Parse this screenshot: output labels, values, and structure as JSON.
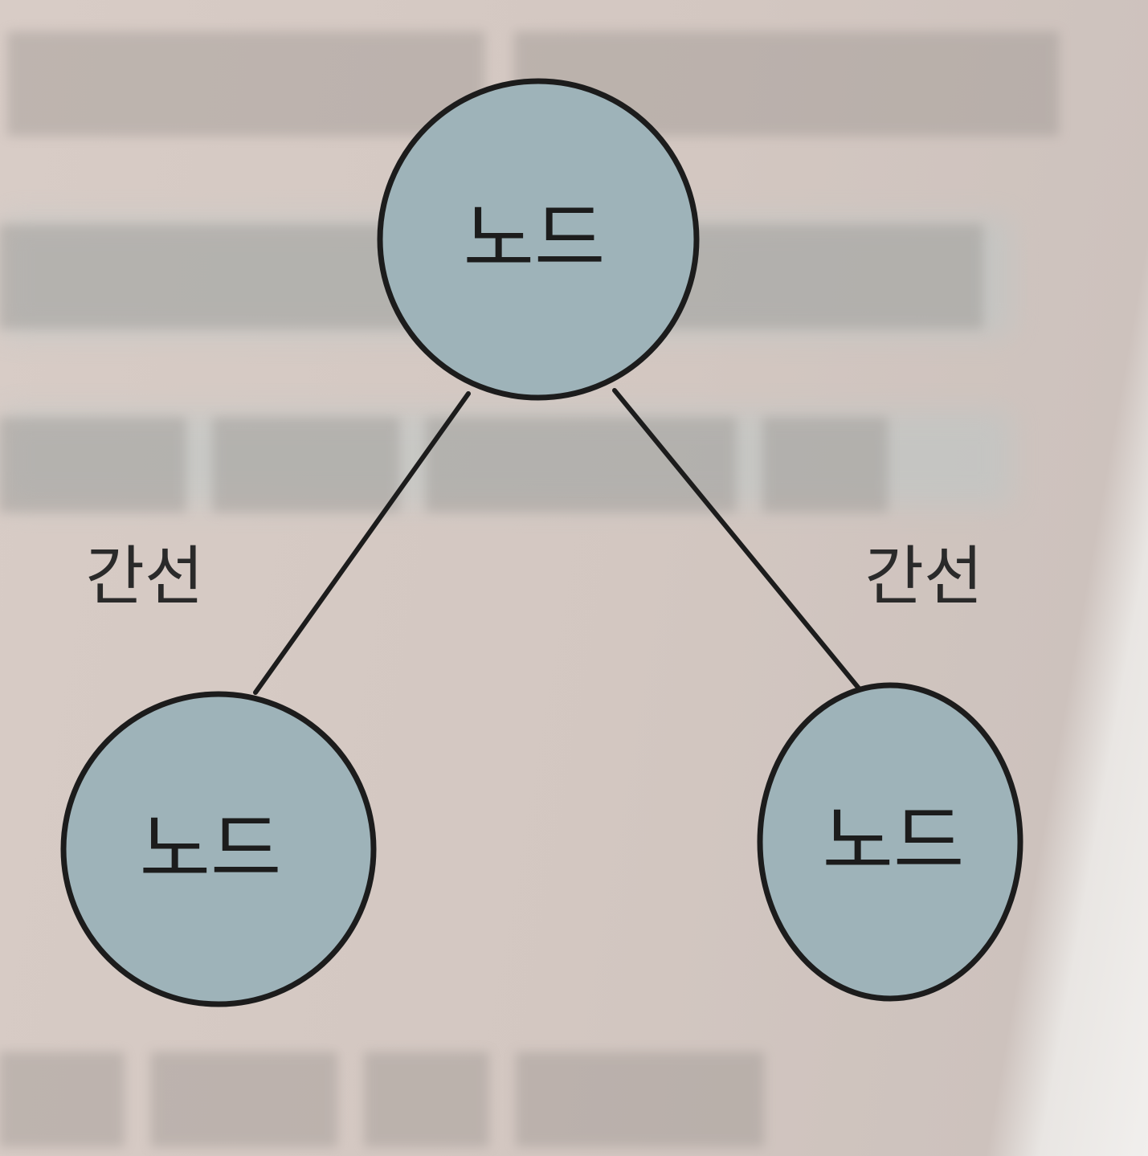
{
  "nodes": [
    {
      "label": "노드"
    },
    {
      "label": "노드"
    },
    {
      "label": "노드"
    }
  ],
  "edges": [
    {
      "label": "간선"
    },
    {
      "label": "간선"
    }
  ],
  "colors": {
    "node_fill": "#9eb3b9",
    "outline": "#1c1c1c",
    "paper": "#d6cac4"
  }
}
